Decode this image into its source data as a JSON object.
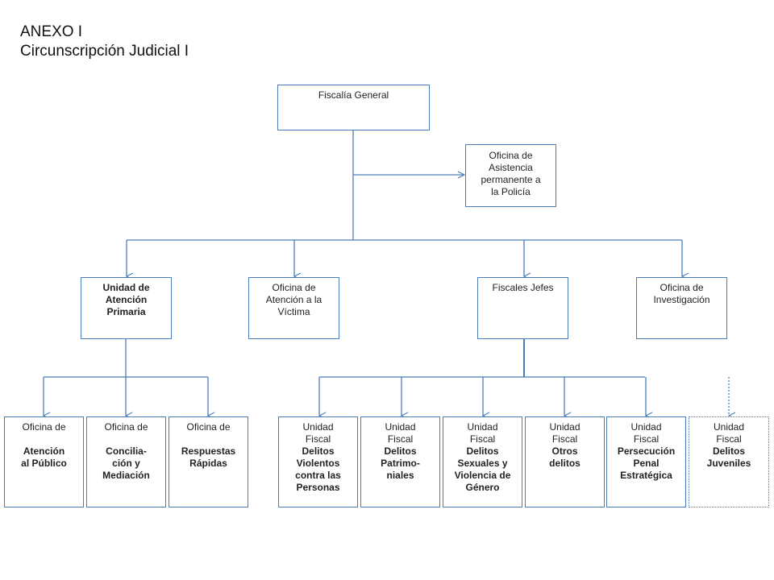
{
  "title": {
    "line1": "ANEXO I",
    "line2": "Circunscripción Judicial I"
  },
  "nodes": {
    "fiscalia_general": {
      "lines": [
        "Fiscalía General"
      ]
    },
    "oficina_asistencia": {
      "lines": [
        "Oficina de",
        "Asistencia",
        "permanente a",
        "la Policía"
      ]
    },
    "unidad_atencion_primaria": {
      "lines": [
        "Unidad de",
        "Atención",
        "Primaria"
      ]
    },
    "oficina_atencion_victima": {
      "lines": [
        "Oficina de",
        "Atención a la",
        "Víctima"
      ]
    },
    "fiscales_jefes": {
      "lines": [
        "Fiscales Jefes"
      ]
    },
    "oficina_investigacion": {
      "lines": [
        "Oficina de",
        "Investigación"
      ]
    },
    "oficina_atencion_publico": {
      "header": "Oficina de",
      "lines": [
        "Atención",
        "al Público"
      ]
    },
    "oficina_conciliacion": {
      "header": "Oficina de",
      "lines": [
        "Concilia-",
        "ción y",
        "Mediación"
      ]
    },
    "oficina_respuestas": {
      "header": "Oficina de",
      "lines": [
        "Respuestas",
        "Rápidas"
      ]
    },
    "uf_violentos": {
      "header": [
        "Unidad",
        "Fiscal"
      ],
      "lines": [
        "Delitos",
        "Violentos",
        "contra las",
        "Personas"
      ]
    },
    "uf_patrimoniales": {
      "header": [
        "Unidad",
        "Fiscal"
      ],
      "lines": [
        "Delitos",
        "Patrimo-",
        "niales"
      ]
    },
    "uf_sexuales": {
      "header": [
        "Unidad",
        "Fiscal"
      ],
      "lines": [
        "Delitos",
        "Sexuales y",
        "Violencia de",
        "Género"
      ]
    },
    "uf_otros": {
      "header": [
        "Unidad",
        "Fiscal"
      ],
      "lines": [
        "Otros",
        "delitos"
      ]
    },
    "uf_persecucion": {
      "header": [
        "Unidad",
        "Fiscal"
      ],
      "lines": [
        "Persecución",
        "Penal",
        "Estratégica"
      ]
    },
    "uf_juveniles": {
      "header": [
        "Unidad",
        "Fiscal"
      ],
      "lines": [
        "Delitos",
        "Juveniles"
      ]
    }
  },
  "colors": {
    "border": "#4a7ebb",
    "line": "#4a7ebb",
    "faded_line": "#b9cbe6"
  }
}
